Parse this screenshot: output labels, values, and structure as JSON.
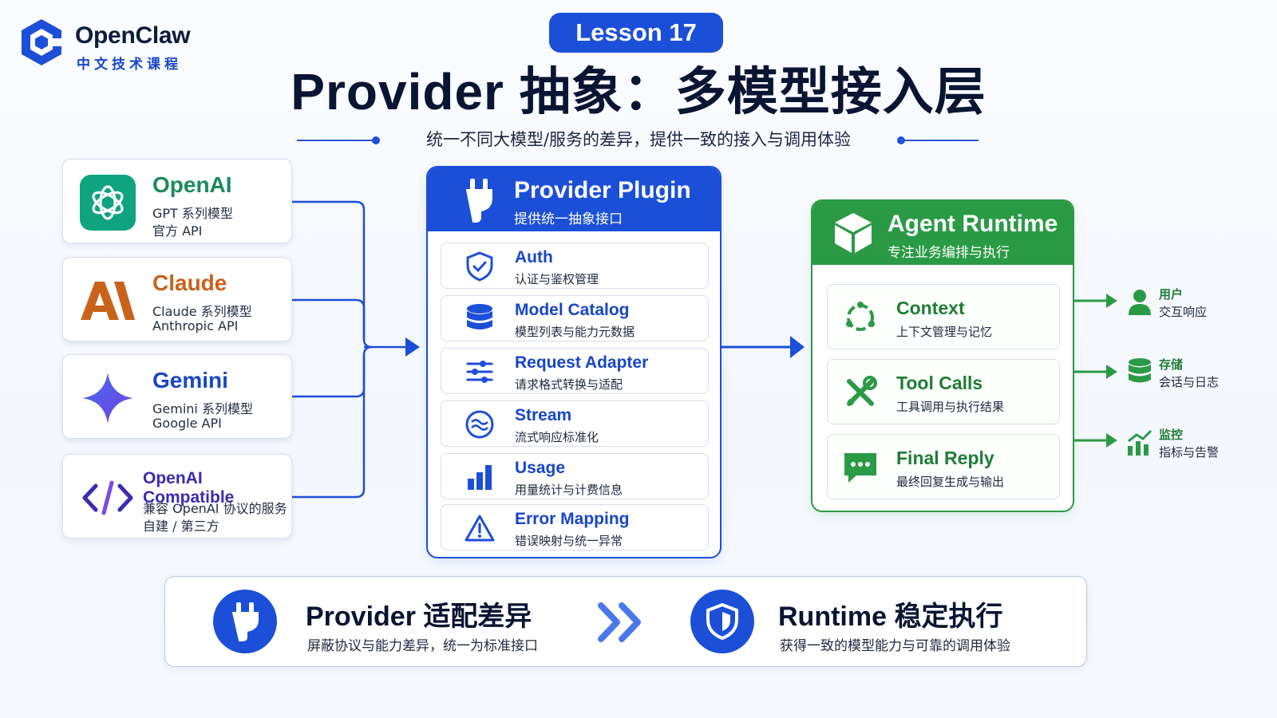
{
  "logo": {
    "name": "OpenClaw",
    "subtitle": "中文技术课程"
  },
  "header": {
    "lesson": "Lesson 17",
    "title": "Provider 抽象：多模型接入层",
    "subtitle": "统一不同大模型/服务的差异，提供一致的接入与调用体验"
  },
  "providers": [
    {
      "name": "OpenAI",
      "desc1": "GPT 系列模型",
      "desc2": "官方 API",
      "color": "#1a8a5c",
      "icon": "openai-icon"
    },
    {
      "name": "Claude",
      "desc1": "Claude 系列模型",
      "desc2": "Anthropic API",
      "color": "#c9621a",
      "icon": "anthropic-icon"
    },
    {
      "name": "Gemini",
      "desc1": "Gemini 系列模型",
      "desc2": "Google API",
      "color": "#1846c8",
      "icon": "gemini-icon"
    },
    {
      "name": "OpenAI Compatible",
      "desc1": "兼容 OpenAI 协议的服务",
      "desc2": "自建 / 第三方",
      "color": "#3b2bb0",
      "icon": "code-icon"
    }
  ],
  "plugin": {
    "title": "Provider Plugin",
    "subtitle": "提供统一抽象接口",
    "modules": [
      {
        "title": "Auth",
        "desc": "认证与鉴权管理",
        "icon": "shield-check-icon"
      },
      {
        "title": "Model Catalog",
        "desc": "模型列表与能力元数据",
        "icon": "database-icon"
      },
      {
        "title": "Request Adapter",
        "desc": "请求格式转换与适配",
        "icon": "sliders-icon"
      },
      {
        "title": "Stream",
        "desc": "流式响应标准化",
        "icon": "stream-wave-icon"
      },
      {
        "title": "Usage",
        "desc": "用量统计与计费信息",
        "icon": "bar-chart-icon"
      },
      {
        "title": "Error Mapping",
        "desc": "错误映射与统一异常",
        "icon": "warning-icon"
      }
    ]
  },
  "runtime": {
    "title": "Agent Runtime",
    "subtitle": "专注业务编排与执行",
    "modules": [
      {
        "title": "Context",
        "desc": "上下文管理与记忆",
        "icon": "context-cycle-icon"
      },
      {
        "title": "Tool Calls",
        "desc": "工具调用与执行结果",
        "icon": "tools-icon"
      },
      {
        "title": "Final Reply",
        "desc": "最终回复生成与输出",
        "icon": "chat-bubble-icon"
      }
    ]
  },
  "outputs": [
    {
      "title": "用户",
      "desc": "交互响应",
      "icon": "user-icon"
    },
    {
      "title": "存储",
      "desc": "会话与日志",
      "icon": "storage-icon"
    },
    {
      "title": "监控",
      "desc": "指标与告警",
      "icon": "monitor-chart-icon"
    }
  ],
  "banner": {
    "left_title": "Provider 适配差异",
    "left_desc": "屏蔽协议与能力差异，统一为标准接口",
    "right_title": "Runtime 稳定执行",
    "right_desc": "获得一致的模型能力与可靠的调用体验"
  },
  "colors": {
    "primary_blue": "#1c4fd8",
    "runtime_green": "#2b9a45",
    "heading_dark": "#0a1433"
  }
}
